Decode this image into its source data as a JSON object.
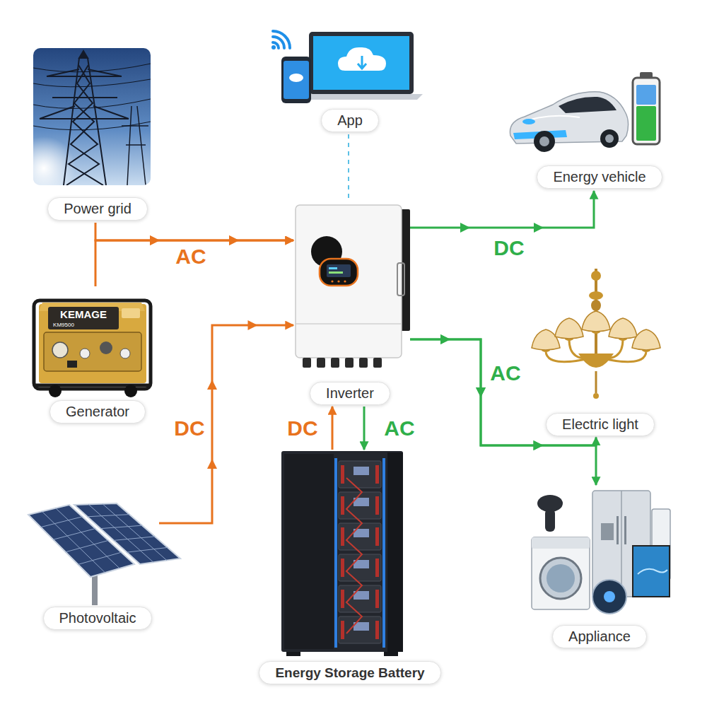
{
  "diagram": {
    "nodes": [
      {
        "text": [
          "App"
        ]
      },
      {
        "text": [
          "Energy vehicle"
        ]
      },
      {
        "text": [
          "Power grid"
        ]
      },
      {
        "text": [
          "Inverter"
        ]
      },
      {
        "text": [
          "Generator"
        ]
      },
      {
        "text": [
          "Electric light"
        ]
      },
      {
        "text": [
          "Photovoltaic"
        ]
      },
      {
        "text": [
          "Appliance"
        ]
      },
      {
        "text": [
          "Energy Storage Battery"
        ]
      }
    ],
    "edges": [
      {
        "from": 2,
        "to": 3,
        "label": "AC",
        "arrow": "to"
      },
      {
        "from": 4,
        "to": 3,
        "arrow": "to"
      },
      {
        "from": 6,
        "to": 3,
        "label": "DC",
        "arrow": "to"
      },
      {
        "from": 8,
        "to": 3,
        "label": "DC",
        "arrow": "to"
      },
      {
        "from": 3,
        "to": 8,
        "label": "AC",
        "arrow": "to"
      },
      {
        "from": 3,
        "to": 1,
        "label": "DC",
        "arrow": "to"
      },
      {
        "from": 3,
        "to": 5,
        "label": "AC",
        "arrow": "to"
      },
      {
        "from": 3,
        "to": 7,
        "arrow": "to"
      },
      {
        "from": 0,
        "to": 3,
        "arrow": "none"
      }
    ],
    "labels": [
      "KEMAGE",
      "KM9500"
    ]
  }
}
